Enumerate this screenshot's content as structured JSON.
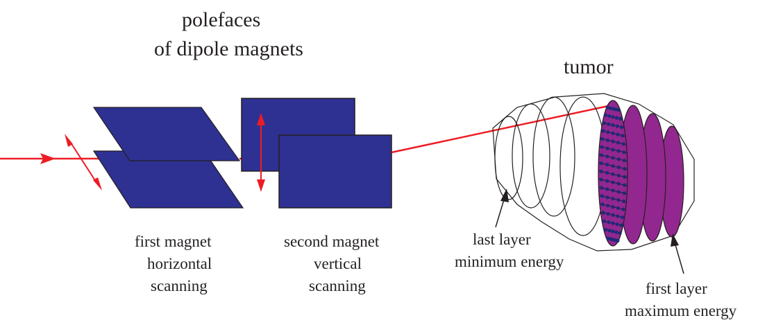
{
  "title": {
    "line1": "polefaces",
    "line2": "of dipole magnets"
  },
  "tumor_label": "tumor",
  "first_magnet": {
    "line1": "first magnet",
    "line2": "horizontal",
    "line3": "scanning"
  },
  "second_magnet": {
    "line1": "second magnet",
    "line2": "vertical",
    "line3": "scanning"
  },
  "last_layer": {
    "line1": "last layer",
    "line2": "minimum energy"
  },
  "first_layer": {
    "line1": "first layer",
    "line2": "maximum energy"
  },
  "colors": {
    "magnet": "#2e3192",
    "beam": "#ed1c24",
    "layer_fill": "#92278f",
    "outline": "#231f20"
  }
}
